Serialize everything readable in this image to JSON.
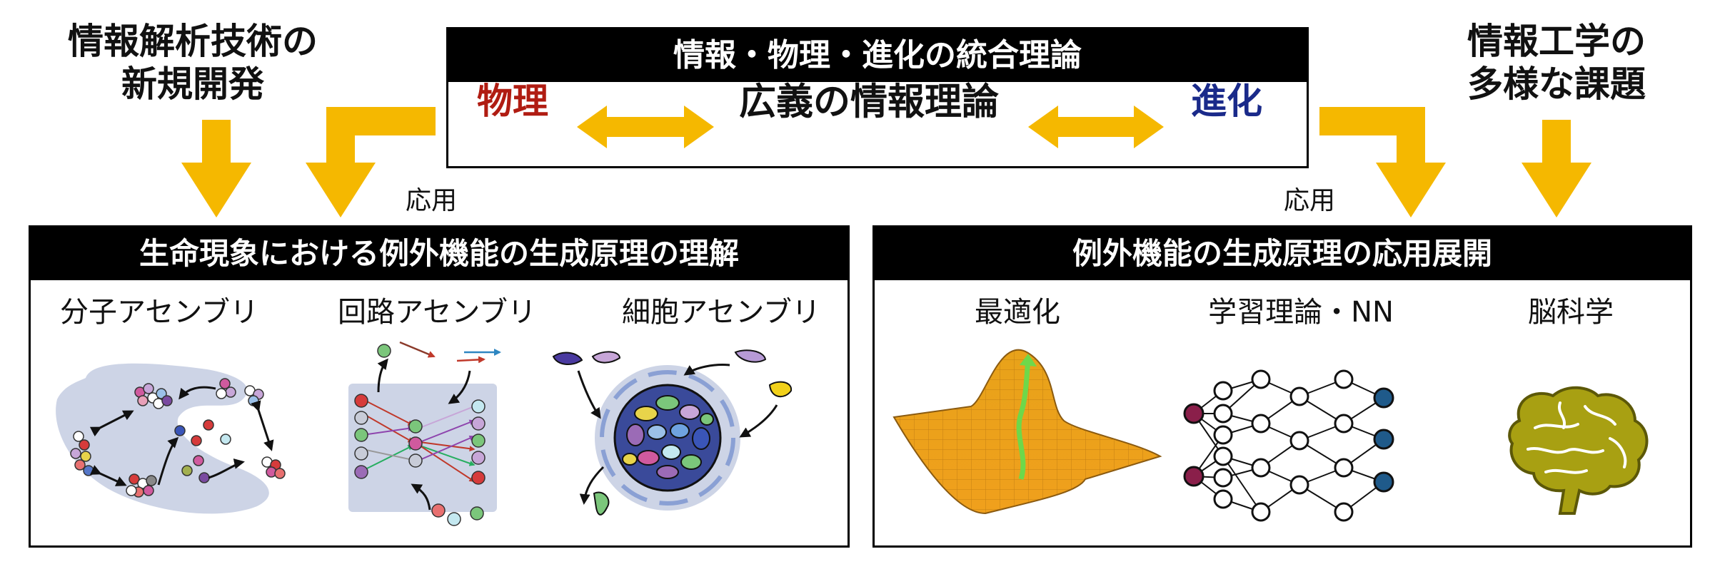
{
  "left_source": {
    "line1": "情報解析技術の",
    "line2": "新規開発"
  },
  "right_source": {
    "line1": "情報工学の",
    "line2": "多様な課題"
  },
  "center": {
    "title": "情報・物理・進化の統合理論",
    "left_term": "物理",
    "middle_term": "広義の情報理論",
    "right_term": "進化",
    "left_color": "#b01c12",
    "right_color": "#1a2a8a"
  },
  "apply_left": "応用",
  "apply_right": "応用",
  "arrow_color": "#f5b800",
  "left_panel": {
    "title": "生命現象における例外機能の生成原理の理解",
    "items": [
      "分子アセンブリ",
      "回路アセンブリ",
      "細胞アセンブリ"
    ]
  },
  "right_panel": {
    "title": "例外機能の生成原理の応用展開",
    "items": [
      "最適化",
      "学習理論・NN",
      "脳科学"
    ]
  }
}
